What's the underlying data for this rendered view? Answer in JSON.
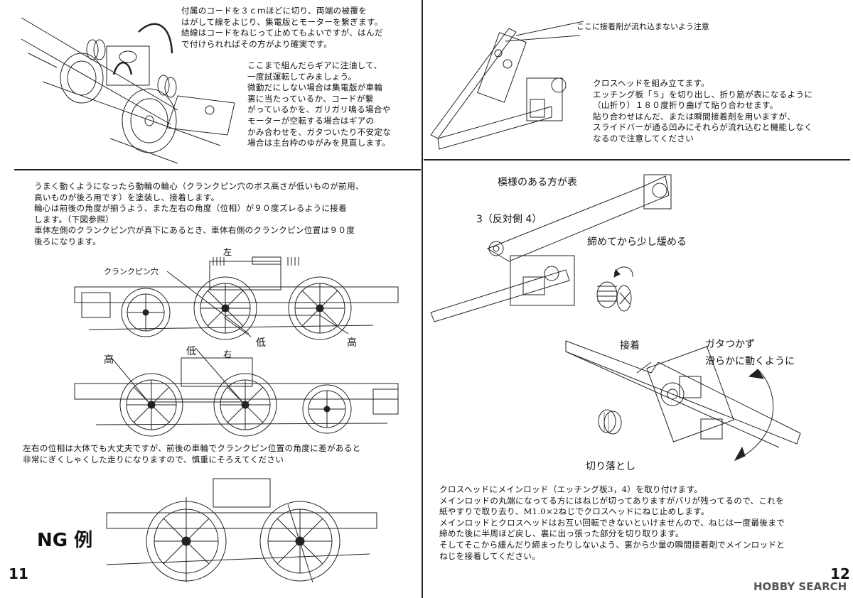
{
  "pages": {
    "left_number": "11",
    "right_number": "12"
  },
  "left_top": {
    "para1": "付属のコードを３ｃｍほどに切り、両端の被覆を\nはがして線をよじり、集電版とモーターを繋ぎます。\n結線はコードをねじって止めてもよいですが、はんだ\nで付けられればその方がより確実です。",
    "para2": "ここまで組んだらギアに注油して、\n一度試運転してみましょう。\n微動だにしない場合は集電版が車輪\n裏に当たっているか、コードが繋\nがっているかを、ガリガリ鳴る場合や\nモーターが空転する場合はギアの\nかみ合わせを、ガタついたり不安定な\n場合は主台枠のゆがみを見直します。"
  },
  "left_bottom": {
    "para1": "うまく動くようになったら動輪の輪心（クランクピン穴のボス高さが低いものが前用、\n高いものが後ろ用です）を塗装し、接着します。\n輪心は前後の角度が揃うよう、また左右の角度（位相）が９０度ズレるように接着\nします。（下図参照）\n車体左側のクランクピン穴が真下にあるとき、車体右側のクランクピン位置は９０度\n後ろになります。",
    "label_left": "左",
    "label_crankpin": "クランクピン穴",
    "label_low1": "低",
    "label_high1": "高",
    "label_high2": "高",
    "label_low2": "低",
    "label_right": "右",
    "para2": "左右の位相は大体でも大丈夫ですが、前後の車輪でクランクピン位置の角度に差があると\n非常にぎくしゃくした走りになりますので、慎重にそろえてください",
    "ng_label": "NG 例"
  },
  "right_top": {
    "callout": "ここに接着剤が流れ込まないよう注意",
    "para": "クロスヘッドを組み立てます。\nエッチング板「５」を切り出し、折り筋が表になるように\n（山折り）１８０度折り曲げて貼り合わせます。\n貼り合わせはんだ、または瞬間接着剤を用いますが、\nスライドバーが通る凹みにそれらが流れ込むと機能しなく\nなるので注意してください"
  },
  "right_bottom": {
    "label_pattern": "模様のある方が表",
    "label_part": "3（反対側 4）",
    "label_screw": "締めてから少し緩める",
    "label_glue": "接着",
    "label_nogap": "ガタつかず",
    "label_smooth": "滑らかに動くように",
    "label_cut": "切り落とし",
    "para": "クロスヘッドにメインロッド（エッチング板3，4）を取り付けます。\nメインロッドの丸端になってる方にはねじが切ってありますがバリが残ってるので、これを\n紙やすりで取り去り、M1.0×2ねじでクロスヘッドにねじ止めします。\nメインロッドとクロスヘッドはお互い回転できないといけませんので、ねじは一度最後まで\n締めた後に半周ほど戻し、裏に出っ張った部分を切り取ります。\nそしてそこから緩んだり締まったりしないよう、裏から少量の瞬間接着剤でメインロッドと\nねじを接着してください。"
  },
  "watermark": "HOBBY SEARCH"
}
